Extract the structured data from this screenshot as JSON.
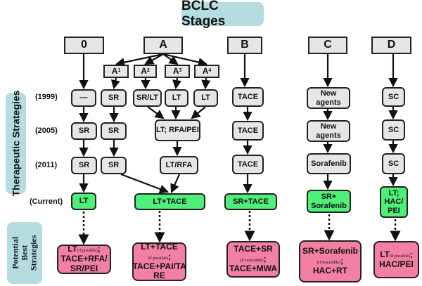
{
  "title": "BCLC Stages",
  "side_labels": {
    "therapeutic": "Therapeutic Strategies",
    "potential": "Potential Best Strategies"
  },
  "years": [
    "(1999)",
    "(2005)",
    "(2011)",
    "(Current)"
  ],
  "stages": [
    "0",
    "A",
    "B",
    "C",
    "D"
  ],
  "substages": [
    {
      "base": "A",
      "sub": "1"
    },
    {
      "base": "A",
      "sub": "2"
    },
    {
      "base": "A",
      "sub": "3"
    },
    {
      "base": "A",
      "sub": "4"
    }
  ],
  "row1999": [
    "—",
    "SR",
    "SR/LT",
    "LT",
    "LT",
    "TACE",
    "New agents",
    "SC"
  ],
  "row2005": [
    "SR",
    "SR",
    "LT; RFA/PEI",
    "TACE",
    "New agents",
    "SC"
  ],
  "row2011": [
    "SR",
    "SR",
    "LT/RFA",
    "TACE",
    "Sorafenib",
    "SC"
  ],
  "current": [
    "LT",
    "LT+TACE",
    "SR+TACE",
    "SR+ Sorafenib",
    "LT; HAC/ PEI"
  ],
  "best": [
    {
      "a": "LT",
      "note": "(if possible)",
      "b": ";",
      "c": "TACE+RFA/ SR/PEI"
    },
    {
      "a": "LT+TACE",
      "note": "(if possible)",
      "b": ";",
      "c": "TACE+PAI/TA RE"
    },
    {
      "a": "TACE+SR",
      "note": "(if resectable)",
      "b": ";",
      "c": "TACE+MWA"
    },
    {
      "a": "SR+Sorafenib",
      "note": "(if resectable)",
      "b": ";",
      "c": "HAC+RT"
    },
    {
      "a": "LT",
      "note": "(if possible)",
      "b": ";",
      "c": "HAC/PEI"
    }
  ],
  "colors": {
    "stage": "#e6e6e6",
    "current": "#4ff07a",
    "best": "#f37fa3",
    "label": "#b5dde0"
  }
}
